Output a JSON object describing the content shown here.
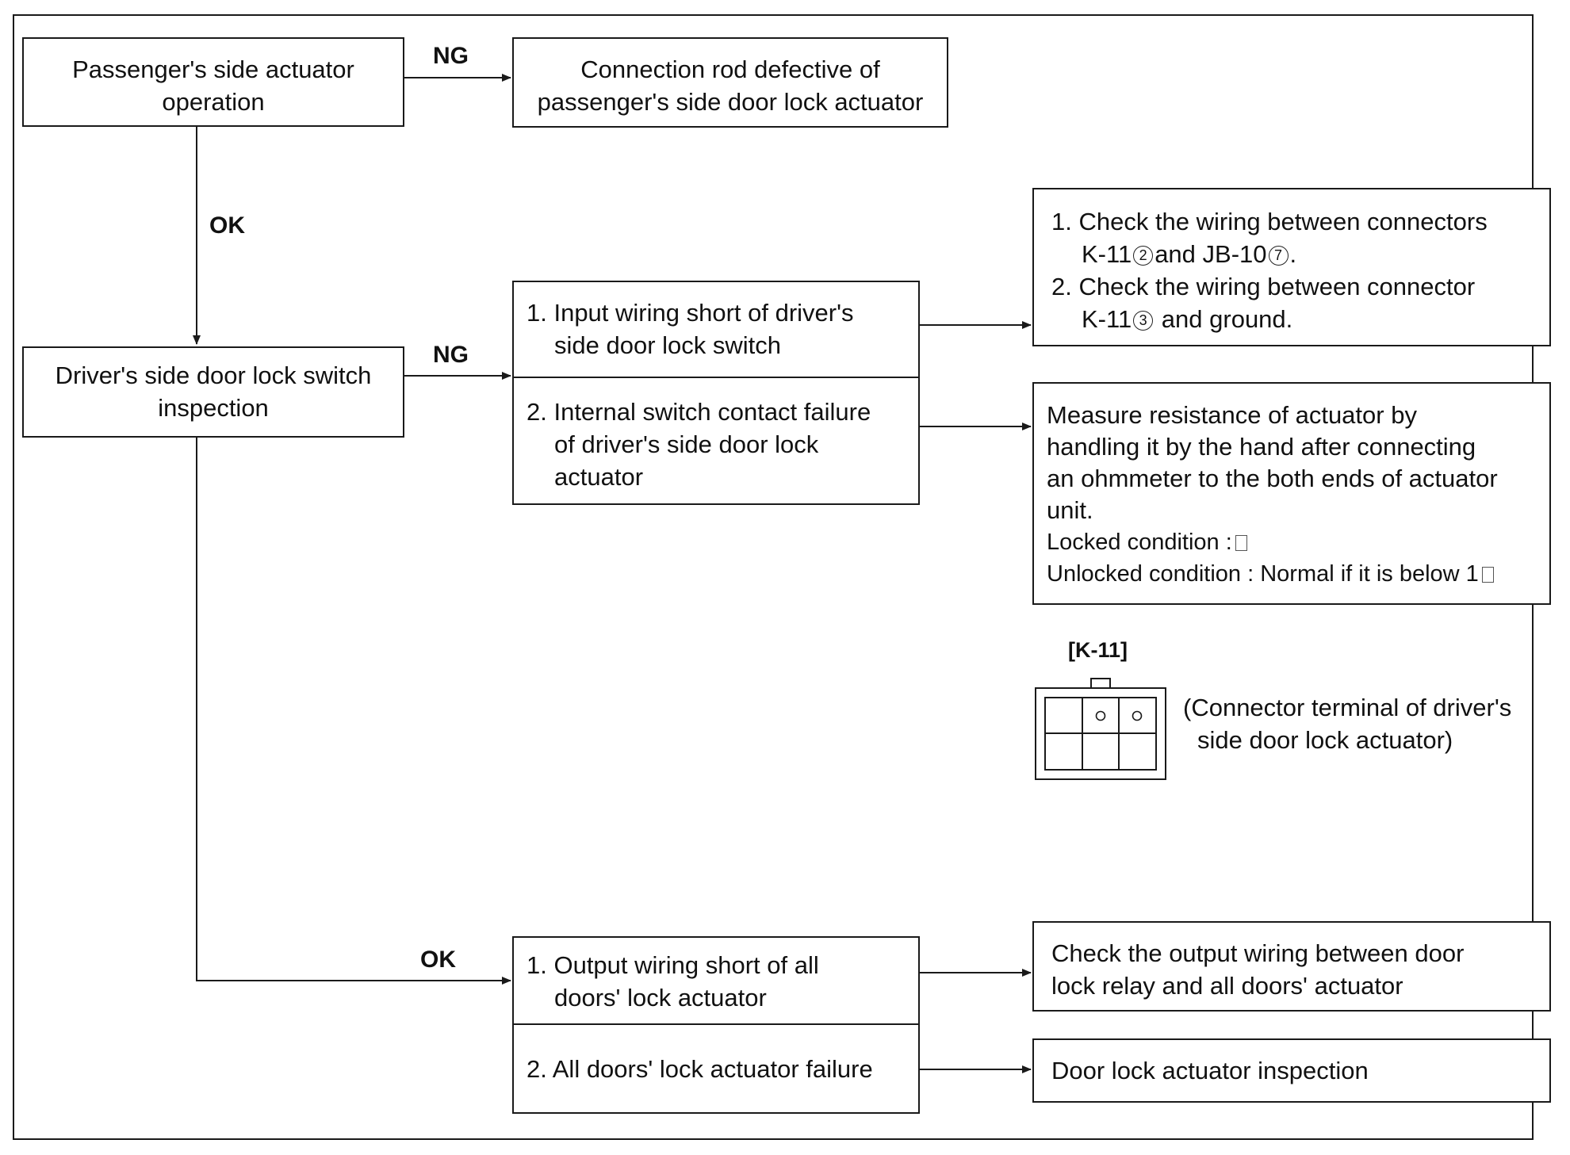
{
  "nodes": {
    "passenger_check": {
      "lines": [
        "Passenger's side actuator",
        "operation"
      ]
    },
    "connection_rod": {
      "lines": [
        "Connection rod defective of",
        "passenger's side door lock actuator"
      ]
    },
    "driver_switch": {
      "lines": [
        "Driver's side door lock switch",
        "inspection"
      ]
    },
    "input_wiring": {
      "lines": [
        "1. Input wiring short of driver's",
        "side door lock switch"
      ]
    },
    "internal_contact": {
      "lines": [
        "2. Internal switch contact failure",
        "of driver's side door lock",
        "actuator"
      ]
    },
    "check_wiring": {
      "line1": "1. Check the wiring between connectors",
      "line2_a": "K-11",
      "line2_pin1": "2",
      "line2_b": "and JB-10",
      "line2_pin2": "7",
      "line2_c": ".",
      "line3": "2. Check the wiring between connector",
      "line4_a": "K-11",
      "line4_pin": "3",
      "line4_b": " and ground."
    },
    "measure_resistance": {
      "lines": [
        "Measure resistance of actuator by",
        "handling it by the hand after connecting",
        "an ohmmeter to the both ends of actuator",
        "unit."
      ],
      "locked_label": "Locked condition :",
      "unlocked_label": "Unlocked condition : Normal if it is below 1"
    },
    "output_wiring": {
      "lines": [
        "1. Output wiring short of all",
        "doors' lock actuator"
      ]
    },
    "all_doors_failure": {
      "lines": [
        "2. All doors' lock actuator failure"
      ]
    },
    "check_output": {
      "lines": [
        "Check the output wiring between door",
        "lock relay and all doors' actuator"
      ]
    },
    "door_lock_inspection": {
      "lines": [
        "Door lock actuator inspection"
      ]
    }
  },
  "edges": {
    "ng_top": "NG",
    "ok_down": "OK",
    "ng_mid": "NG",
    "ok_bottom": "OK"
  },
  "connector": {
    "title": "[K-11]",
    "caption_lines": [
      "(Connector terminal of driver's",
      "side door lock actuator)"
    ]
  }
}
